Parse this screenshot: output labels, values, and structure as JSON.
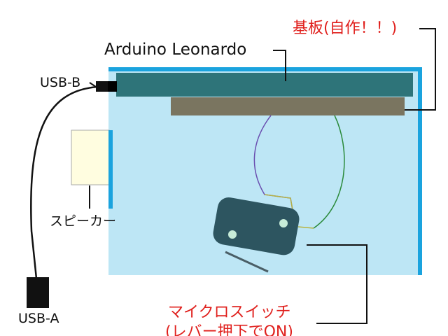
{
  "labels": {
    "arduino": "Arduino Leonardo",
    "board": "基板(自作！！)",
    "usb_b": "USB-B",
    "speaker": "スピーカー",
    "usb_a": "USB-A",
    "microswitch_line1": "マイクロスイッチ",
    "microswitch_line2": "(レバー押下でON)"
  },
  "colors": {
    "enclosure_fill": "#bde6f5",
    "enclosure_edge": "#1aa3de",
    "arduino": "#2e7479",
    "board": "#7a7560",
    "speaker": "#fffde0",
    "switch_body": "#2d5560",
    "wire_purple": "#6a4fb0",
    "wire_green": "#2a8a3a",
    "wire_yellow": "#b7b340",
    "red_text": "#e0201d",
    "black_text": "#111111"
  }
}
